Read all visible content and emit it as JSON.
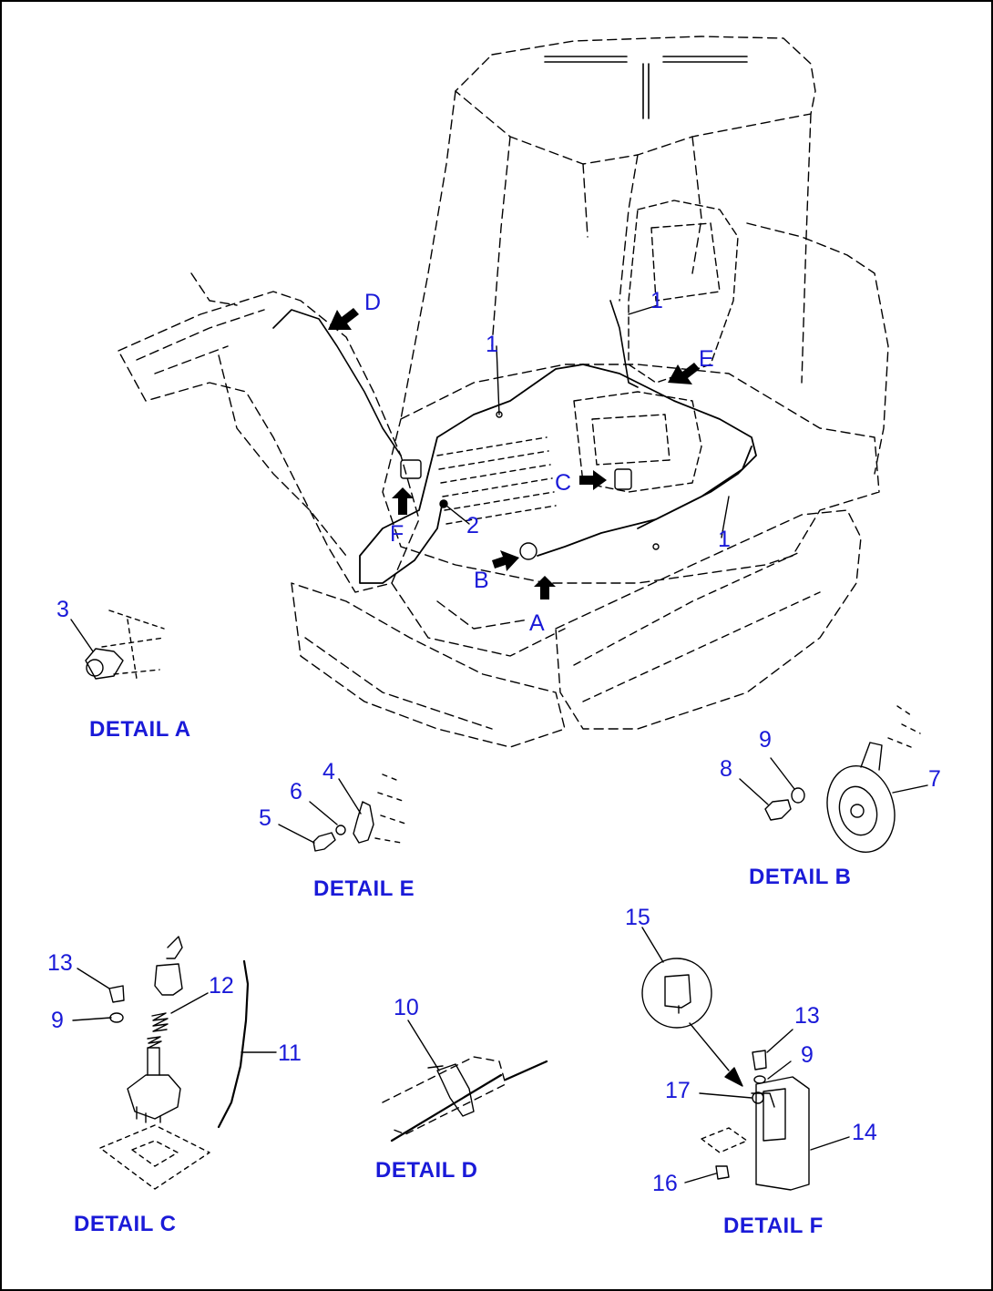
{
  "callouts": {
    "c1a": "1",
    "c1b": "1",
    "c1c": "1",
    "c2": "2",
    "c3": "3",
    "c4": "4",
    "c5": "5",
    "c6": "6",
    "c7": "7",
    "c8": "8",
    "c9b": "9",
    "c9c": "9",
    "c9f": "9",
    "c10": "10",
    "c11": "11",
    "c12": "12",
    "c13c": "13",
    "c13f": "13",
    "c14": "14",
    "c15": "15",
    "c16": "16",
    "c17": "17"
  },
  "view_arrows": {
    "a": "A",
    "b": "B",
    "c": "C",
    "d": "D",
    "e": "E",
    "f": "F"
  },
  "details": {
    "a": "DETAIL A",
    "b": "DETAIL B",
    "c": "DETAIL C",
    "d": "DETAIL D",
    "e": "DETAIL E",
    "f": "DETAIL F"
  }
}
